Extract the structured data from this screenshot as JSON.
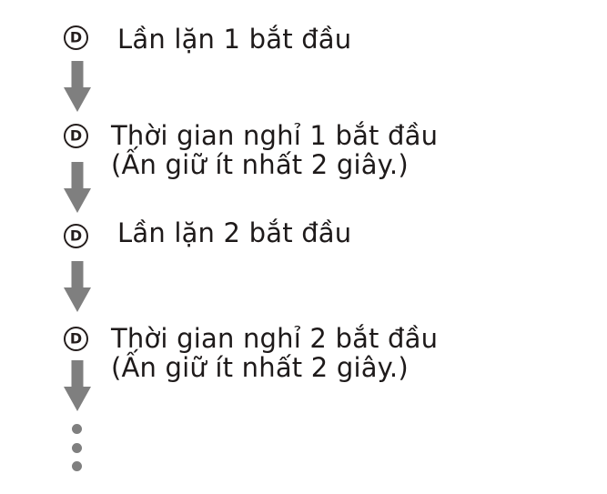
{
  "diagram": {
    "kind": "button-operation-flow",
    "steps": [
      {
        "icon_text": "D",
        "lines": [
          "Lần lặn 1 bắt đầu"
        ]
      },
      {
        "icon_text": "D",
        "lines": [
          "Thời gian nghỉ 1 bắt đầu",
          "(Ấn giữ ít nhất 2 giây.)"
        ]
      },
      {
        "icon_text": "D",
        "lines": [
          "Lần lặn 2 bắt đầu"
        ]
      },
      {
        "icon_text": "D",
        "lines": [
          "Thời gian nghỉ 2 bắt đầu",
          "(Ấn giữ ít nhất 2 giây.)"
        ]
      }
    ],
    "continuation": "vertical-ellipsis",
    "colors": {
      "text": "#1e1a1a",
      "icon_outline": "#241d1c",
      "arrow": "#7f7f7f",
      "dot": "#7f7f7f",
      "background": "#ffffff"
    }
  }
}
